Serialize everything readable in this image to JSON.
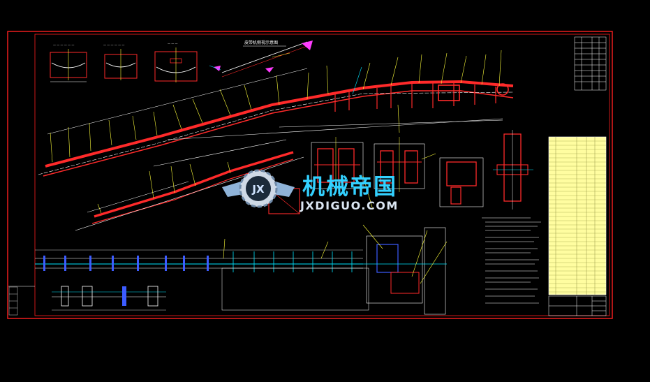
{
  "drawing": {
    "main_title": "皮带机侧视示意图",
    "watermark_cn": "机械帝国",
    "watermark_en": "JXDIGUO.COM",
    "logo_letters": "JX"
  },
  "colors": {
    "background": "#000000",
    "frame": "#ff1f1f",
    "conveyor": "#ff2a2a",
    "leader": "#ffff3a",
    "dimension": "#ffffff",
    "centerline": "#00e5ff",
    "accent_blue": "#3c5cff",
    "accent_magenta": "#ff3cff",
    "table_fill": "#fffda0",
    "watermark_cn": "#33d1ff",
    "watermark_logo": "#8fb3d8"
  },
  "icons": {
    "logo": "gear-wings-logo-icon"
  }
}
